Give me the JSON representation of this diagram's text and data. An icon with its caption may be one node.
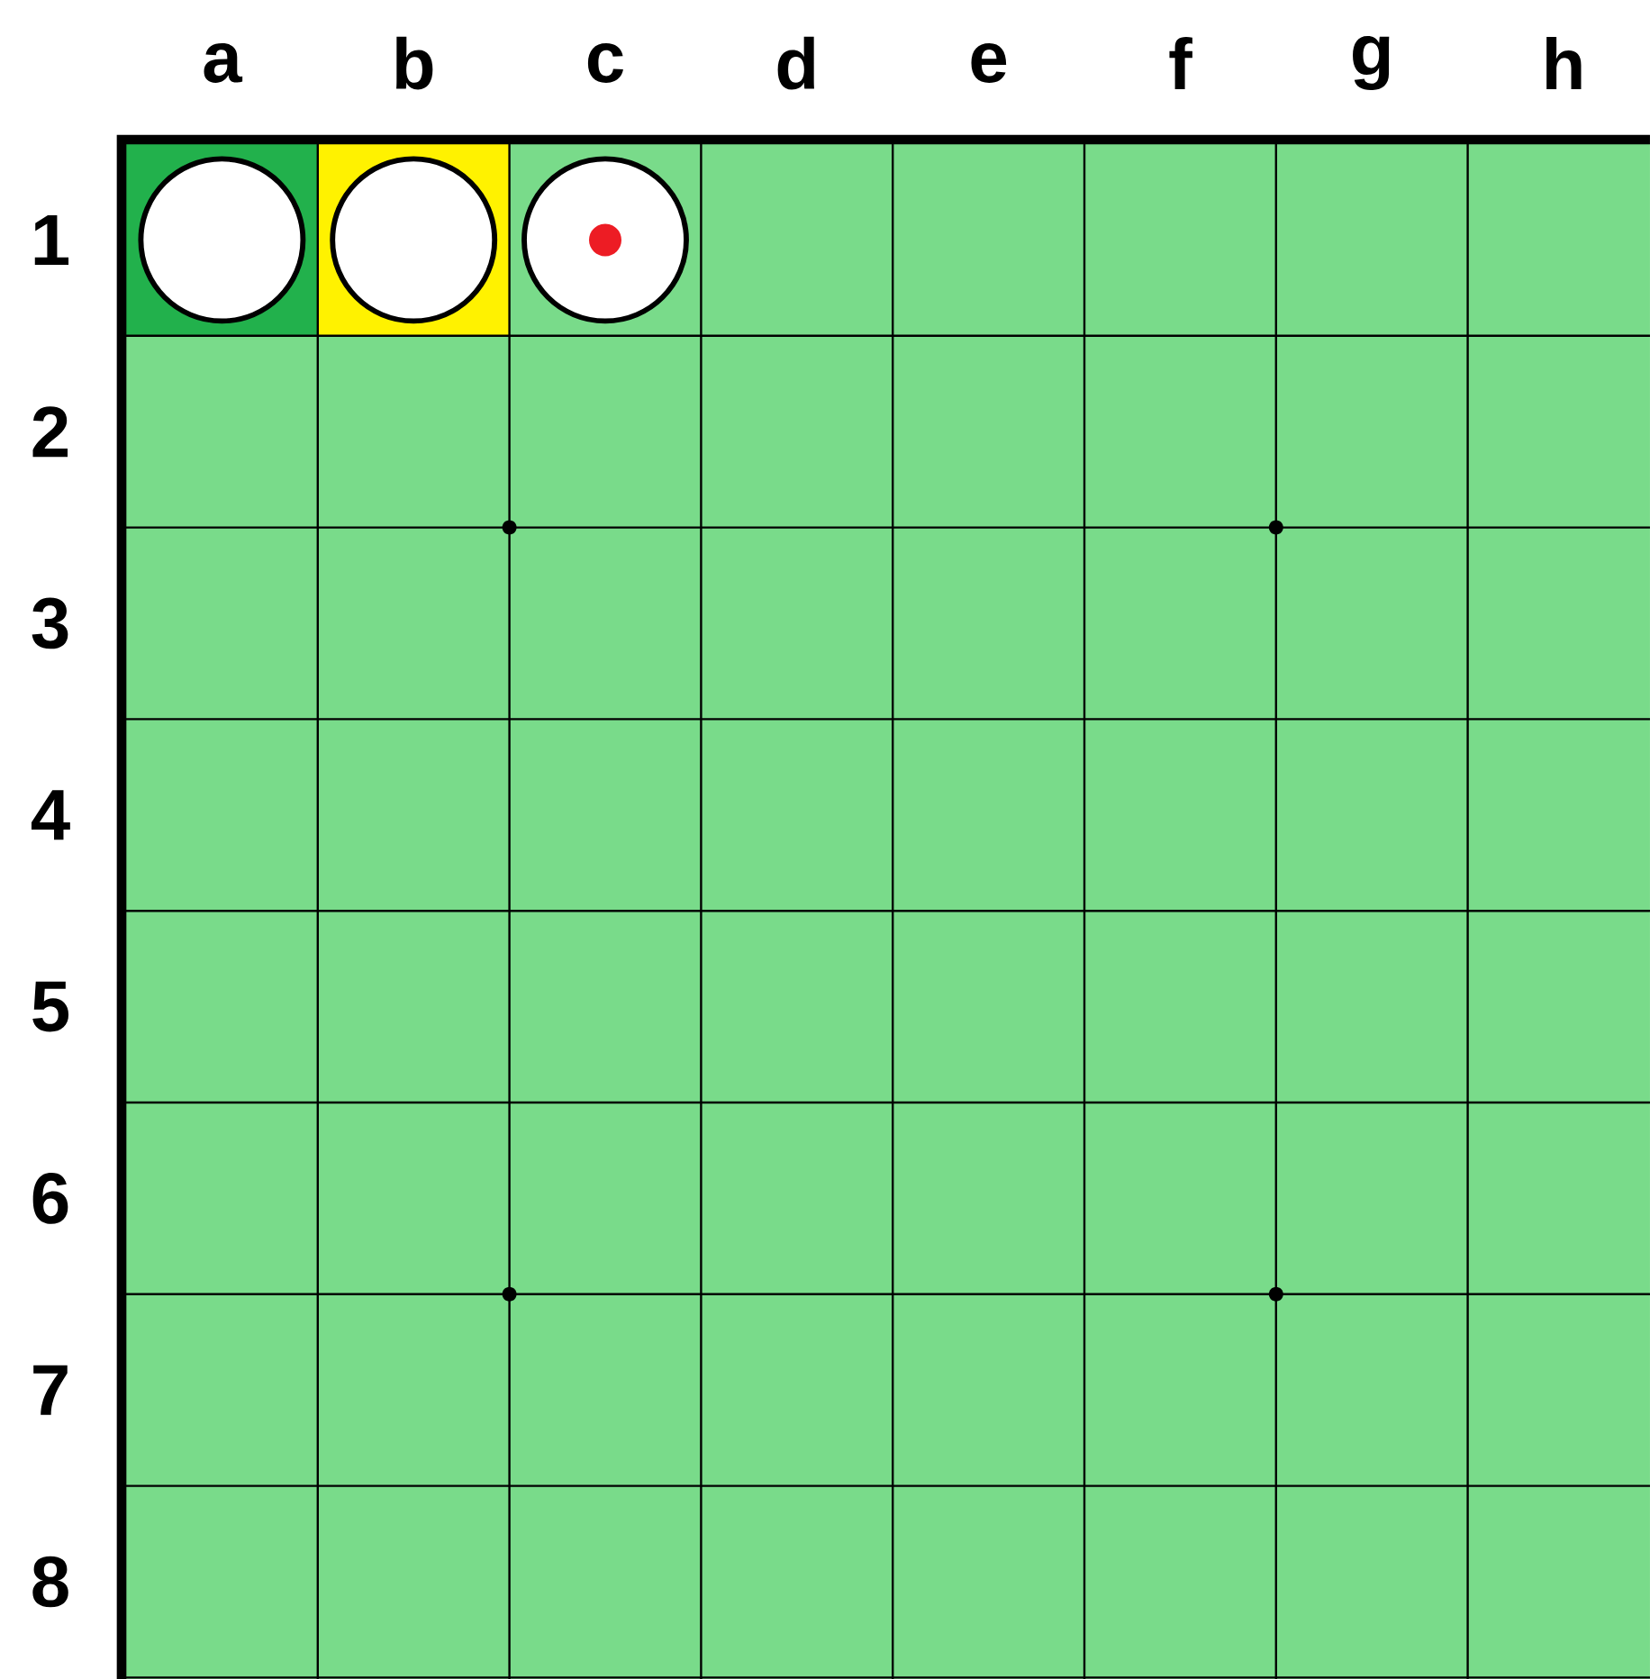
{
  "diagram": {
    "labels": [
      "a",
      "b",
      "c",
      "d",
      "e",
      "f",
      "g",
      "h",
      "1",
      "2",
      "3",
      "4",
      "5",
      "6",
      "7",
      "8"
    ]
  }
}
